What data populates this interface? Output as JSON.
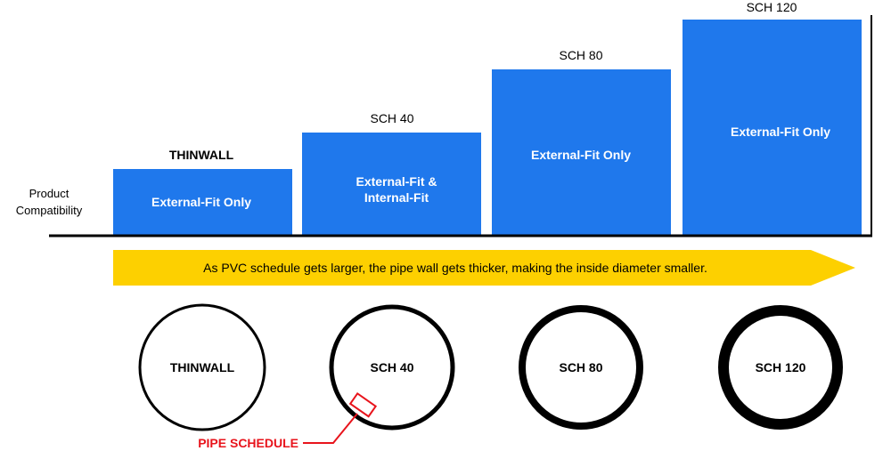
{
  "axis_title": [
    "Product",
    "Compatibility"
  ],
  "arrow_text": "As PVC schedule gets larger, the pipe wall gets thicker, making the inside diameter smaller.",
  "bars": [
    {
      "label": "THINWALL",
      "label_bold": true,
      "text": [
        "External-Fit Only"
      ]
    },
    {
      "label": "SCH 40",
      "label_bold": false,
      "text": [
        "External-Fit  &",
        "Internal-Fit"
      ]
    },
    {
      "label": "SCH 80",
      "label_bold": false,
      "text": [
        "External-Fit Only"
      ]
    },
    {
      "label": "SCH 120",
      "label_bold": false,
      "text": [
        "External-Fit Only"
      ]
    }
  ],
  "pipes": [
    {
      "label": "THINWALL"
    },
    {
      "label": "SCH 40"
    },
    {
      "label": "SCH 80"
    },
    {
      "label": "SCH 120"
    }
  ],
  "callout": {
    "label": "PIPE SCHEDULE"
  },
  "colors": {
    "bar_fill": "#1f78ec",
    "arrow_fill": "#fdd000",
    "callout": "#e8141c",
    "ink": "#000000"
  }
}
